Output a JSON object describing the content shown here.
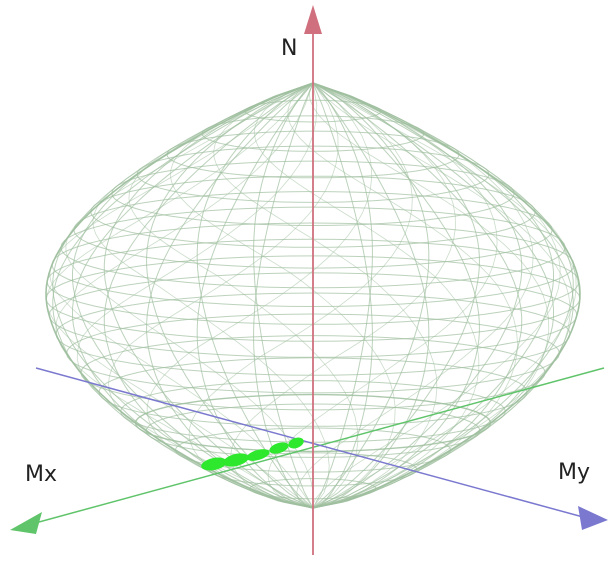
{
  "axes": {
    "n": {
      "label": "N",
      "color": "#d0707e"
    },
    "mx": {
      "label": "Mx",
      "color": "#5fc46a"
    },
    "my": {
      "label": "My",
      "color": "#7a78cf"
    }
  },
  "surface": {
    "color": "#9fbf9f",
    "mesh": "wireframe"
  },
  "points": {
    "color": "#2ee82e"
  }
}
